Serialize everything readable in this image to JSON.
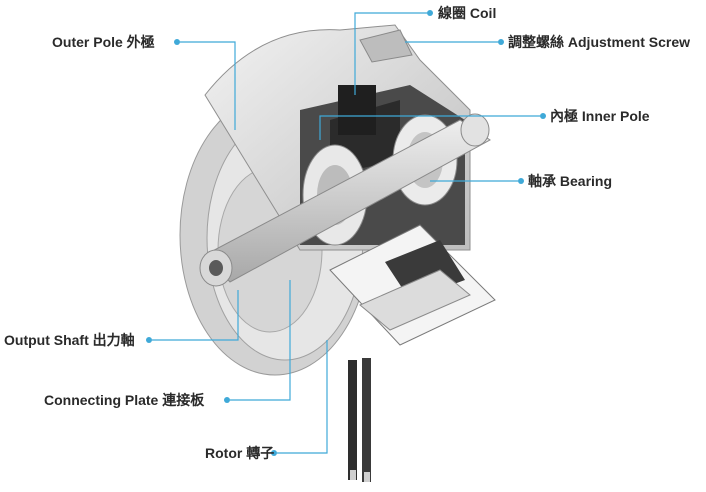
{
  "labels": {
    "coil": "線圈 Coil",
    "adjustment_screw": "調整螺絲 Adjustment Screw",
    "outer_pole": "Outer Pole 外極",
    "inner_pole": "內極 Inner Pole",
    "bearing": "軸承 Bearing",
    "output_shaft": "Output Shaft 出力軸",
    "connecting_plate": "Connecting Plate 連接板",
    "rotor": "Rotor 轉子"
  },
  "colors": {
    "accent": "#3fa9d8",
    "text": "#2a2a2a",
    "body_light": "#e2e2e2",
    "body_mid": "#c4c4c4",
    "body_dark": "#3a3a3a"
  }
}
